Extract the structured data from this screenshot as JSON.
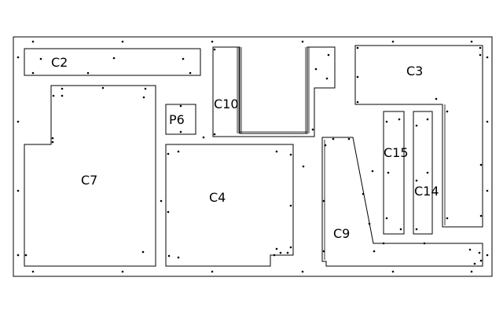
{
  "parts": [
    {
      "id": "sheet",
      "label": ""
    },
    {
      "id": "c2",
      "label": "C2"
    },
    {
      "id": "c7",
      "label": "C7"
    },
    {
      "id": "p6",
      "label": "P6"
    },
    {
      "id": "c10",
      "label": "C10"
    },
    {
      "id": "c4",
      "label": "C4"
    },
    {
      "id": "c3",
      "label": "C3"
    },
    {
      "id": "c15",
      "label": "C15"
    },
    {
      "id": "c14",
      "label": "C14"
    },
    {
      "id": "c9",
      "label": "C9"
    }
  ],
  "colors": {
    "line": "#000000",
    "background": "#ffffff"
  }
}
